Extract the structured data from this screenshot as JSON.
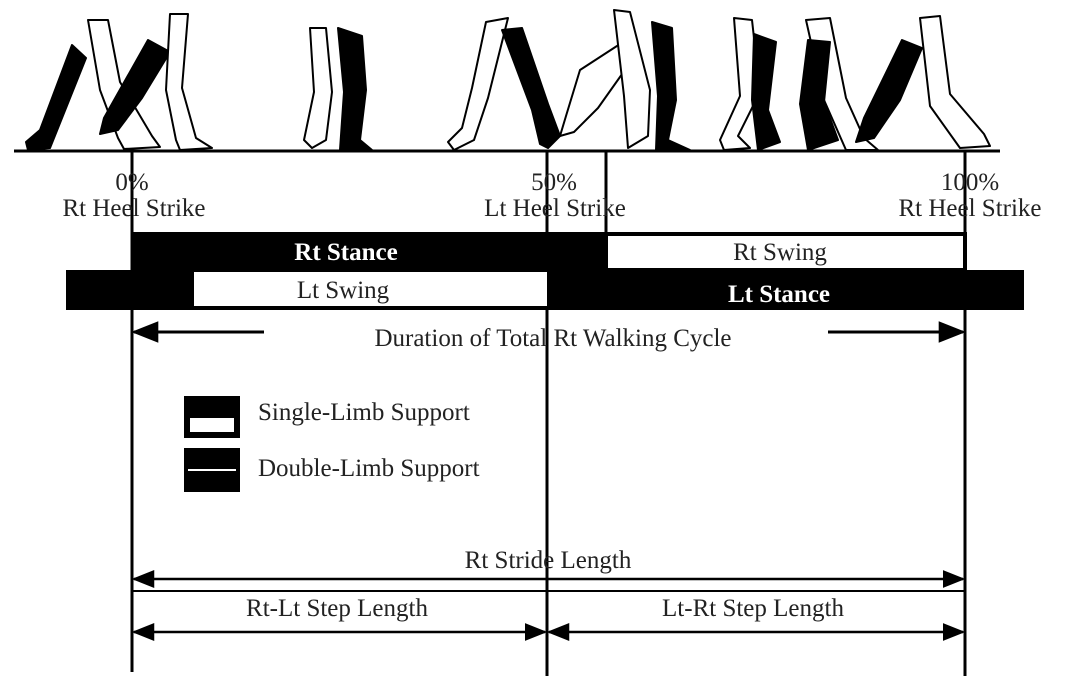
{
  "markers": [
    {
      "percent": "0%",
      "event": "Rt Heel Strike"
    },
    {
      "percent": "50%",
      "event": "Lt Heel Strike"
    },
    {
      "percent": "100%",
      "event": "Rt Heel Strike"
    }
  ],
  "bars": {
    "rt_stance": "Rt Stance",
    "rt_swing": "Rt Swing",
    "lt_swing": "Lt Swing",
    "lt_stance": "Lt Stance"
  },
  "cycle_label": "Duration of Total Rt Walking Cycle",
  "legend": {
    "single": "Single-Limb Support",
    "double": "Double-Limb Support"
  },
  "measures": {
    "stride": "Rt Stride Length",
    "rt_lt_step": "Rt-Lt Step Length",
    "lt_rt_step": "Lt-Rt Step Length"
  },
  "colors": {
    "ink": "#000000",
    "paper": "#ffffff"
  }
}
